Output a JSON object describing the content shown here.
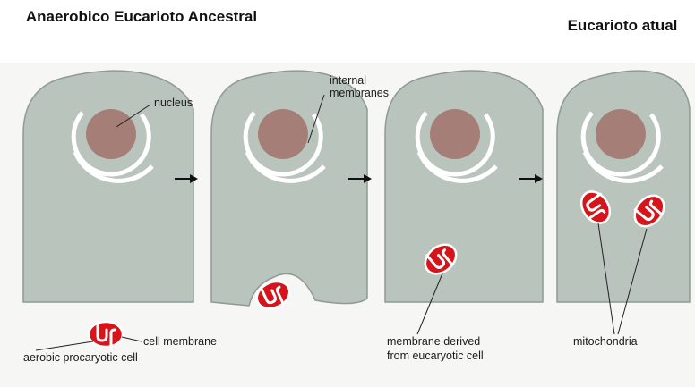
{
  "titles": {
    "left": "Anaerobico Eucarioto Ancestral",
    "right": "Eucarioto atual"
  },
  "labels": {
    "nucleus": "nucleus",
    "internal_membranes_line1": "internal",
    "internal_membranes_line2": "membranes",
    "cell_membrane": "cell membrane",
    "aerobic_procaryotic_cell": "aerobic procaryotic cell",
    "membrane_derived_line1": "membrane derived",
    "membrane_derived_line2": "from eucaryotic cell",
    "mitochondria": "mitochondria"
  },
  "colors": {
    "cell_fill": "#b9c4bd",
    "nucleus_fill": "#a57f77",
    "mitochondrion_fill": "#d7141a",
    "background": "#f6f6f4"
  }
}
